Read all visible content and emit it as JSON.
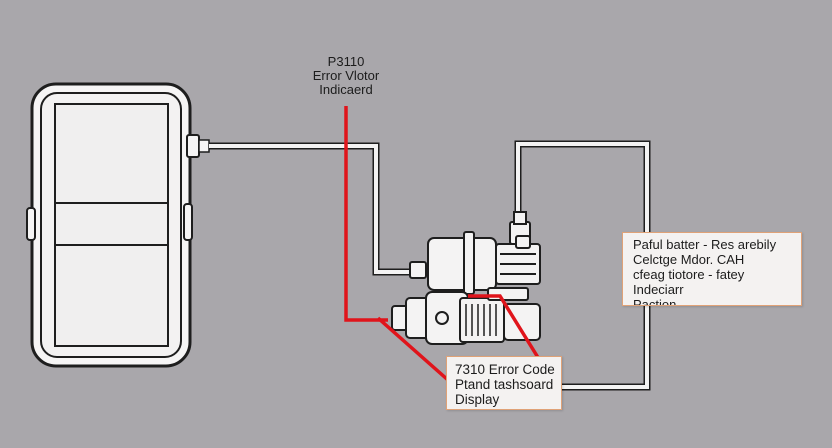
{
  "top_label": {
    "lines": [
      "P3110",
      "Error Vlotor",
      "Indicaerd"
    ]
  },
  "right_label": {
    "lines": [
      "Paful batter - Res arebily",
      "Celctge Mdor. CAH",
      "cfeag tiotore - fatey",
      "Indeciarr",
      "Paction"
    ]
  },
  "bottom_label": {
    "lines": [
      "7310 Error Code",
      "Ptand tashsoard",
      "Display"
    ]
  },
  "colors": {
    "background": "#a9a7ab",
    "error_line": "#e0141b",
    "wire": "#f4f3f3",
    "outline": "#1e1e1e",
    "box_border": "#e0a277"
  },
  "icons": {
    "device": "phone-device-icon",
    "motor": "motor-assembly-icon"
  }
}
